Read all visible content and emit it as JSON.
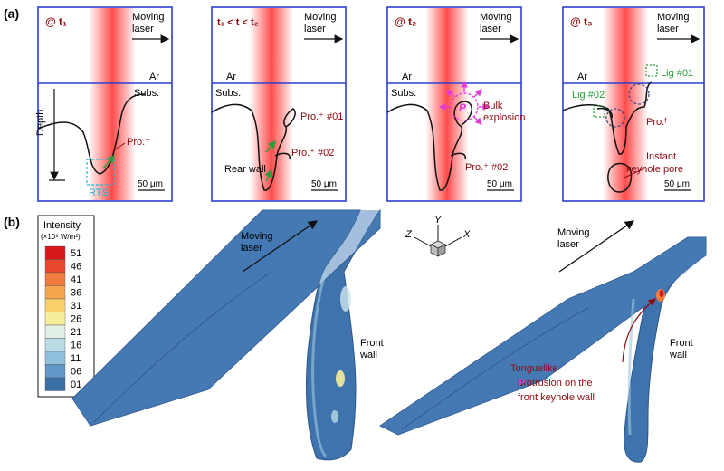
{
  "panel_a": {
    "label": "(a)",
    "moving_laser": "Moving laser",
    "ar": "Ar",
    "subs": "Subs.",
    "scale": "50 μm",
    "frame1": {
      "time": "@ t₁",
      "depth": "Depth",
      "rts": "RTS",
      "pro": "Pro.⁻"
    },
    "frame2": {
      "time": "t₁ < t < t₂",
      "pro01": "Pro.⁺ #01",
      "pro02": "Pro.⁺ #02",
      "rear_wall": "Rear wall"
    },
    "frame3": {
      "time": "@ t₂",
      "p": "P",
      "bulk_explosion": "Bulk explosion",
      "pro02": "Pro.⁺ #02"
    },
    "frame4": {
      "time": "@ t₃",
      "lig01": "Lig #01",
      "lig02": "Lig #02",
      "pro_f": "Pro.ᶠ",
      "pore": "Instant keyhole pore"
    }
  },
  "panel_b": {
    "label": "(b)",
    "moving_laser": "Moving laser",
    "front_wall": "Front wall",
    "annotation_p": "P",
    "annotation": "Tonguelike protrusion on the front keyhole wall",
    "axes": {
      "z": "Z",
      "y": "Y",
      "x": "X"
    },
    "legend": {
      "title": "Intensity",
      "unit": "(×10⁹ W/m²)",
      "levels": [
        "51",
        "46",
        "41",
        "36",
        "31",
        "26",
        "21",
        "16",
        "11",
        "06",
        "01"
      ],
      "colors": [
        "#d7191c",
        "#e8492e",
        "#f27c3e",
        "#f8a64e",
        "#fbd06a",
        "#f6ee9a",
        "#e0f0e4",
        "#b9dbe6",
        "#8fc0dd",
        "#6098c8",
        "#3a6fa8"
      ]
    }
  }
}
